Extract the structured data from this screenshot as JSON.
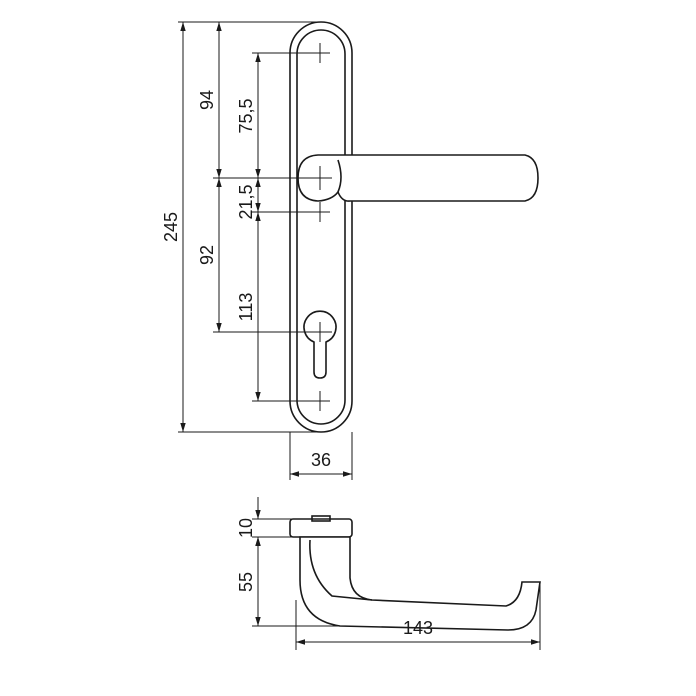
{
  "drawing": {
    "dimensions": {
      "total_height": "245",
      "upper_to_handle": "94",
      "handle_to_key": "92",
      "hole_to_handle": "75,5",
      "handle_to_hole": "21,5",
      "hole_to_hole": "113",
      "plate_width": "36",
      "rose_height": "10",
      "lever_projection": "55",
      "lever_length": "143"
    }
  }
}
